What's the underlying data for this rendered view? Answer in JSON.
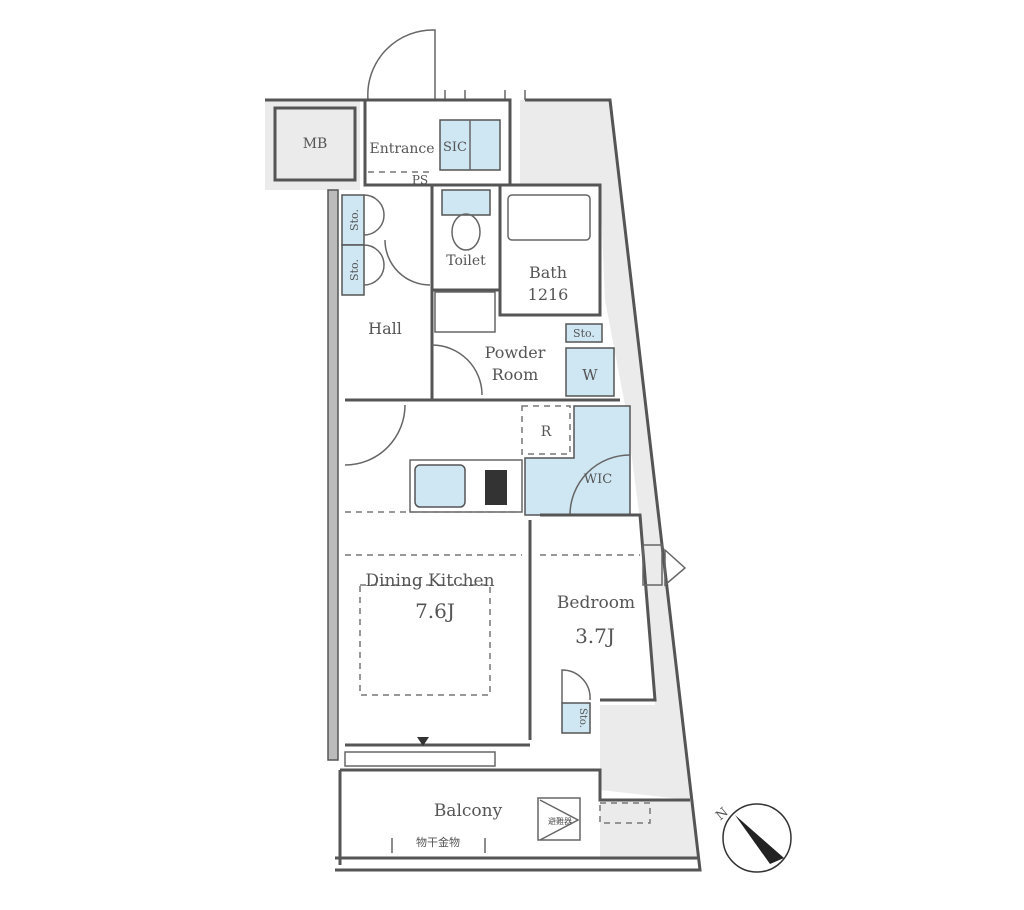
{
  "colors": {
    "storage_fill": "#cfe6f3",
    "outside_fill": "#ebebeb",
    "line": "#555555"
  },
  "rooms": {
    "mb": "MB",
    "entrance": "Entrance",
    "sic": "SIC",
    "ps": "PS",
    "sto": "Sto.",
    "toilet": "Toilet",
    "bath": "Bath",
    "bath_size": "1216",
    "hall": "Hall",
    "powder_room_1": "Powder",
    "powder_room_2": "Room",
    "washer": "W",
    "refrigerator": "R",
    "wic": "WIC",
    "dining_kitchen": "Dining Kitchen",
    "dining_kitchen_size": "7.6J",
    "bedroom": "Bedroom",
    "bedroom_size": "3.7J",
    "balcony": "Balcony",
    "evacuation": "避難器",
    "laundry_hardware": "物干金物"
  },
  "compass": {
    "label": "N",
    "icon": "north-arrow-icon"
  }
}
